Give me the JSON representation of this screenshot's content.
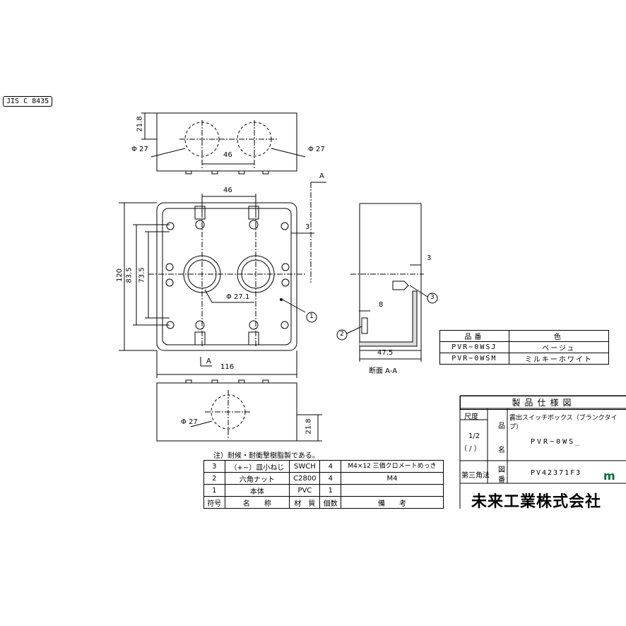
{
  "standard": "JIS C 8435",
  "dimensions": {
    "top_depth": "21.8",
    "top_hole_left": "Φ 27",
    "top_hole_right": "Φ 27",
    "top_pitch": "46",
    "front_pitch": "46",
    "front_height": "120",
    "front_mount_outer": "83.5",
    "front_mount_inner": "73.5",
    "front_hole": "Φ 27.1",
    "front_edge": "3",
    "front_width": "116",
    "section_mark_top": "A",
    "section_mark_bottom": "A",
    "section_wall": "3",
    "section_offset": "8",
    "section_depth": "47.5",
    "section_label": "断面 A-A",
    "bottom_hole": "Φ 27",
    "bottom_depth": "21.8",
    "balloon_1": "1",
    "balloon_2": "2",
    "balloon_3": "3"
  },
  "color_table": {
    "headers": [
      "品番",
      "色"
    ],
    "rows": [
      [
        "PVR−0WSJ",
        "ベージュ"
      ],
      [
        "PVR−0WSM",
        "ミルキーホワイト"
      ]
    ]
  },
  "note": "注）耐候・耐衝撃樹脂製である。",
  "parts_table": {
    "rows": [
      [
        "3",
        "（+−）皿小ねじ",
        "SWCH",
        "4",
        "M4×12 三価クロメートめっき"
      ],
      [
        "2",
        "六角ナット",
        "C2800",
        "4",
        "M4"
      ],
      [
        "1",
        "本体",
        "PVC",
        "1",
        ""
      ]
    ],
    "headers": [
      "符号",
      "名　　称",
      "材　質",
      "個数",
      "備　　考"
    ]
  },
  "title_block": {
    "title": "製品仕様図",
    "scale_label": "尺度",
    "scale_value": "1/2",
    "scale_sub": "（ / ）",
    "product_label": "品",
    "name_label": "名",
    "product_desc": "露出スイッチボックス（ブランクタイプ）",
    "product_code": "PVR−0WS_",
    "projection": "第三角法",
    "drawing_label_1": "図",
    "drawing_label_2": "番",
    "drawing_number": "PV42371F3",
    "company": "未来工業株式会社",
    "logo": "m"
  }
}
